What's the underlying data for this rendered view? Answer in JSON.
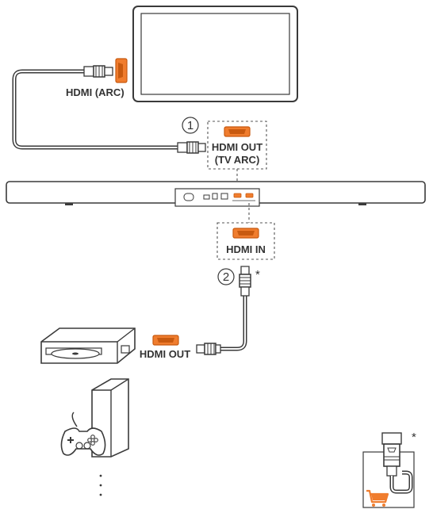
{
  "labels": {
    "tv_port": "HDMI (ARC)",
    "soundbar_out_line1": "HDMI OUT",
    "soundbar_out_line2": "(TV ARC)",
    "soundbar_in": "HDMI IN",
    "source_out": "HDMI OUT"
  },
  "steps": [
    "1",
    "2"
  ],
  "note_marker": "*",
  "colors": {
    "line": "#3a3a3a",
    "port_orange": "#f07d2e",
    "port_orange_dark": "#c85a10",
    "cart_orange": "#f07d2e",
    "dashed_box": "#555555"
  },
  "icons": [
    "tv-icon",
    "soundbar-icon",
    "dvd-player-icon",
    "game-console-icon",
    "gamepad-icon",
    "hdmi-cable-icon",
    "shopping-cart-icon"
  ],
  "more_devices_indicator": "vertical-ellipsis"
}
